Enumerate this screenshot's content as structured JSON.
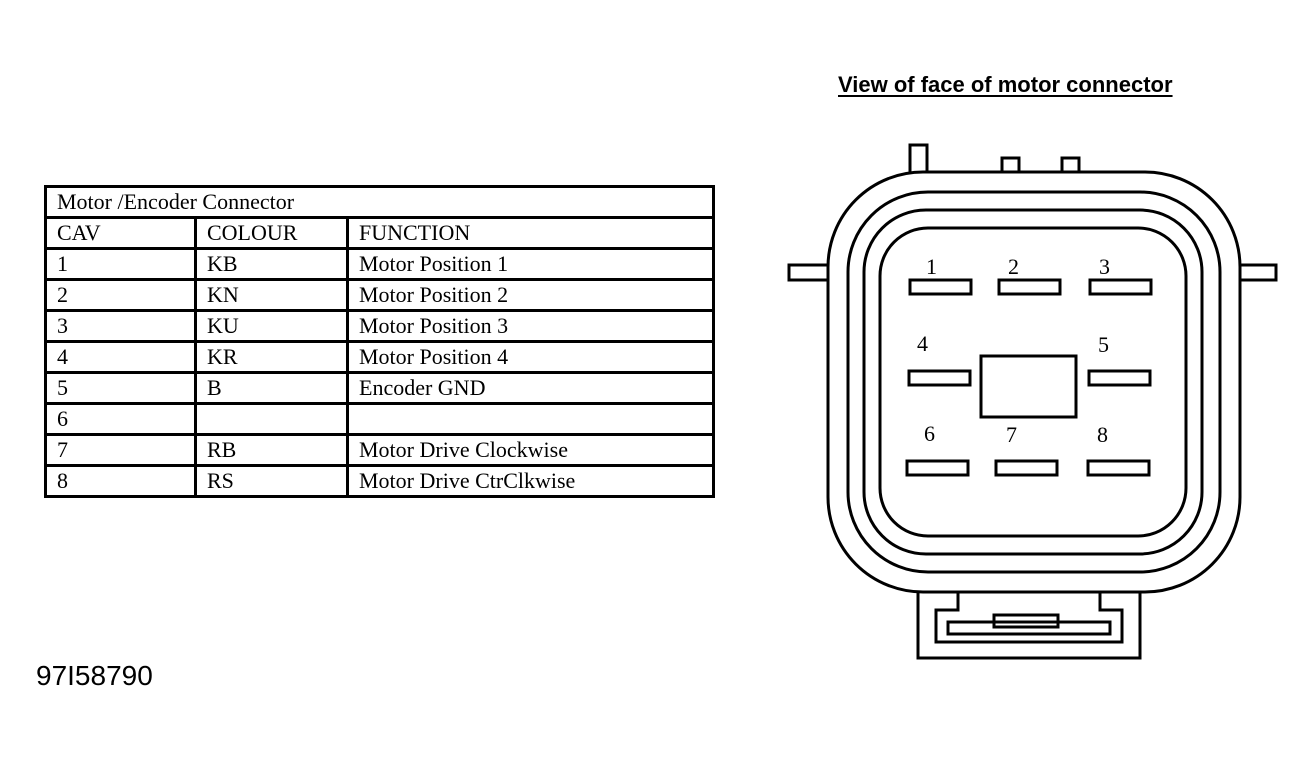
{
  "table": {
    "title": "Motor /Encoder Connector",
    "headers": [
      "CAV",
      "COLOUR",
      "FUNCTION"
    ],
    "rows": [
      [
        "1",
        "KB",
        "Motor Position 1"
      ],
      [
        "2",
        "KN",
        "Motor Position 2"
      ],
      [
        "3",
        "KU",
        "Motor Position 3"
      ],
      [
        "4",
        "KR",
        "Motor Position 4"
      ],
      [
        "5",
        "B",
        "Encoder GND"
      ],
      [
        "6",
        "",
        ""
      ],
      [
        "7",
        "RB",
        "Motor Drive Clockwise"
      ],
      [
        "8",
        "RS",
        "Motor Drive CtrClkwise"
      ]
    ]
  },
  "connector": {
    "title": "View of face of motor connector",
    "pins": [
      "1",
      "2",
      "3",
      "4",
      "5",
      "6",
      "7",
      "8"
    ]
  },
  "figure_id": "97I58790"
}
